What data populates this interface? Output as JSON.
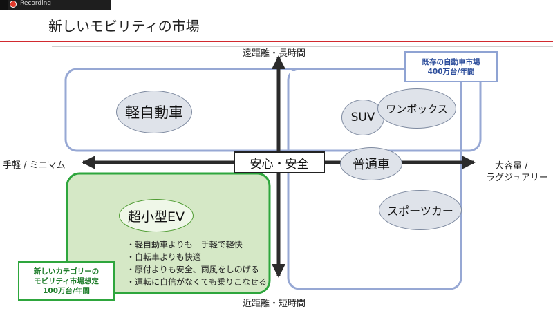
{
  "recording": {
    "label": "Recording"
  },
  "slide": {
    "title": "新しいモビリティの市場",
    "axes": {
      "top": "遠距離・長時間",
      "bottom": "近距離・短時間",
      "left": "手軽 / ミニマム",
      "right_line1": "大容量 /",
      "right_line2": "ラグジュアリー"
    },
    "center_label": "安心・安全",
    "existing_market": {
      "line1": "既存の自動車市場",
      "line2": "400万台/年間"
    },
    "new_market": {
      "line1": "新しいカテゴリーの",
      "line2": "モビリティ市場想定",
      "line3": "100万台/年間"
    },
    "bubbles": {
      "kei": "軽自動車",
      "suv": "SUV",
      "wagon": "ワンボックス",
      "sedan": "普通車",
      "sports": "スポーツカー",
      "ev": "超小型EV"
    },
    "ev_features": [
      "・軽自動車よりも　手軽で軽快",
      "・自転車よりも快適",
      "・原付よりも安全、雨風をしのげる",
      "・運転に自信がなくても乗りこなせる"
    ]
  },
  "colors": {
    "accent_red": "#d22a2f",
    "existing_outline": "#8fa3d3",
    "new_market_fill": "#d5e8c6",
    "new_market_outline": "#2ea63d",
    "bubble_fill": "#dfe3ea"
  }
}
